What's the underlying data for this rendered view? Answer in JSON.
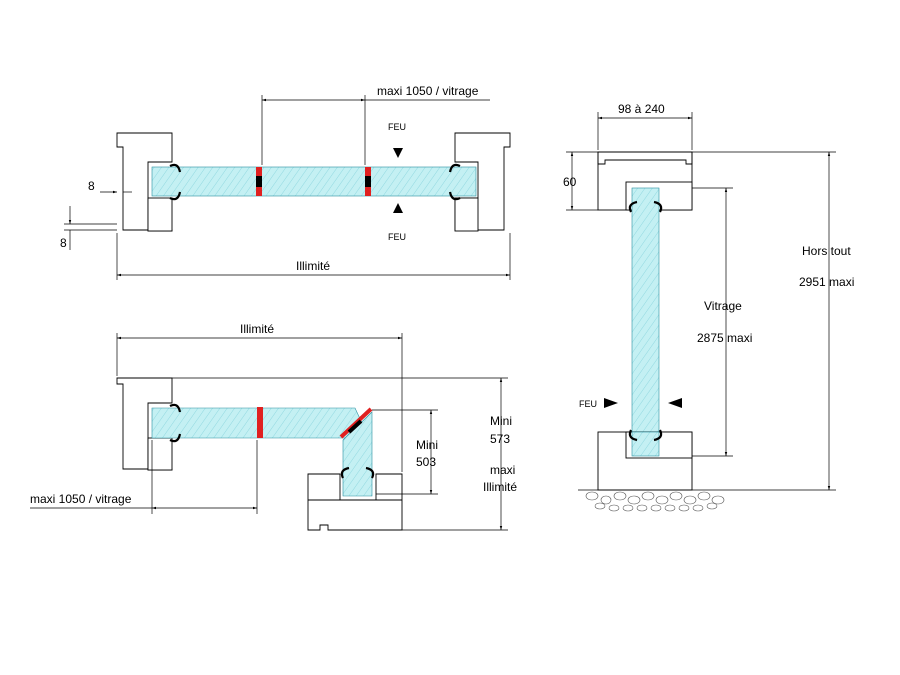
{
  "labels": {
    "top_maxi": "maxi 1050 / vitrage",
    "top_feu_upper": "FEU",
    "top_feu_lower": "FEU",
    "top_dim_8_h": "8",
    "top_dim_8_v": "8",
    "top_illimite": "Illimité",
    "mid_illimite": "Illimité",
    "mid_maxi": "maxi 1050 / vitrage",
    "mid_mini_503_line1": "Mini",
    "mid_mini_503_line2": "503",
    "mid_mini_573_line1": "Mini",
    "mid_mini_573_line2": "573",
    "mid_maxi_ill_line1": "maxi",
    "mid_maxi_ill_line2": "Illimité",
    "right_98_240": "98 à 240",
    "right_60": "60",
    "right_vitrage": "Vitrage",
    "right_2875": "2875 maxi",
    "right_hors_tout": "Hors tout",
    "right_2951": "2951 maxi",
    "right_feu": "FEU"
  },
  "colors": {
    "glass_fill": "#bfeff2",
    "glass_hatch": "#6fc9d3",
    "joint_red": "#e02020"
  }
}
